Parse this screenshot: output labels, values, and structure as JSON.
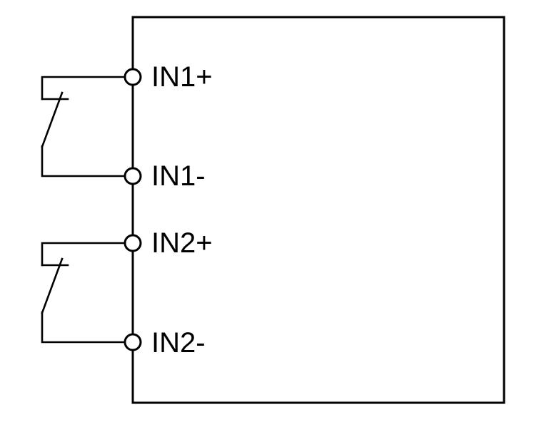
{
  "diagram": {
    "type": "wiring-diagram",
    "description": "Device box with two digital input channels, each wired to an external normally-open switch contact",
    "colors": {
      "line": "#000000",
      "background": "#ffffff"
    },
    "terminals": [
      {
        "label": "IN1+"
      },
      {
        "label": "IN1-"
      },
      {
        "label": "IN2+"
      },
      {
        "label": "IN2-"
      }
    ],
    "switches": [
      {
        "name": "switch-1",
        "connects": [
          "IN1+",
          "IN1-"
        ],
        "contact_type": "normally-open"
      },
      {
        "name": "switch-2",
        "connects": [
          "IN2+",
          "IN2-"
        ],
        "contact_type": "normally-open"
      }
    ]
  }
}
